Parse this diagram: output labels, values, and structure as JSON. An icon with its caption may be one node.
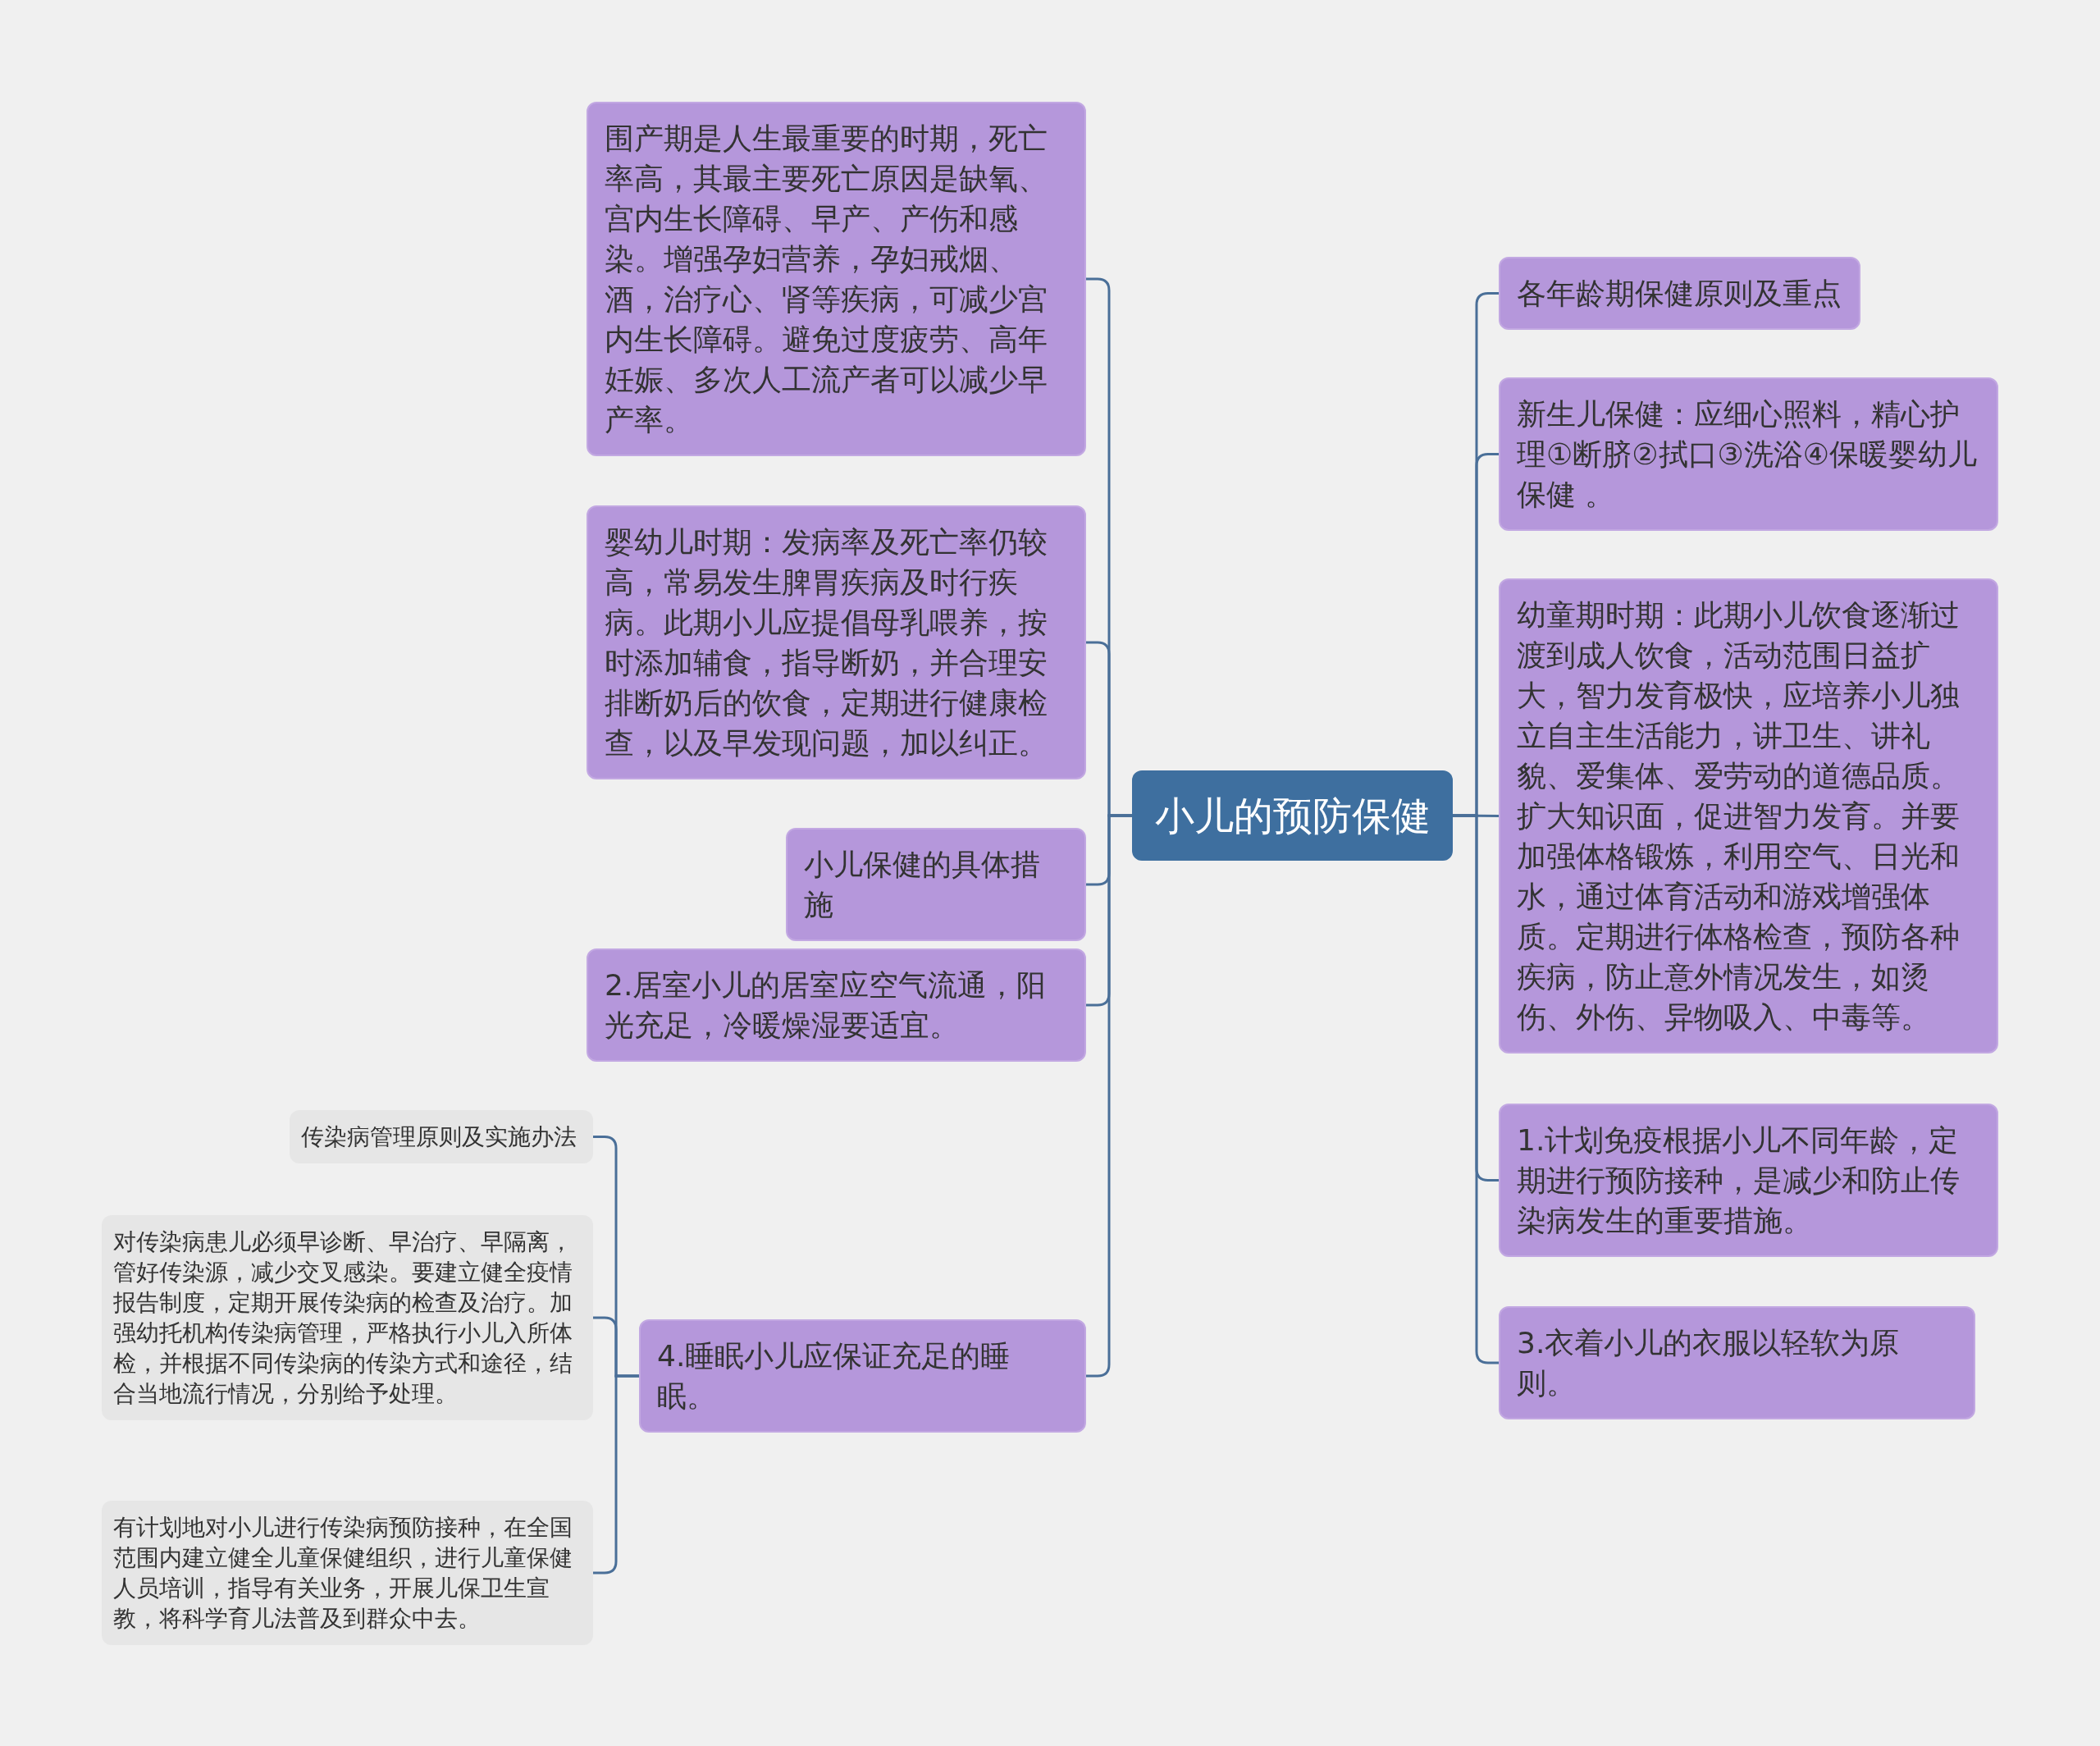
{
  "diagram": {
    "nodes": [
      {
        "text": [
          "小儿的预防保健"
        ]
      },
      {
        "text": [
          "围产期是人生最重要的时期，死亡率高，其最主要死亡原因是缺氧、宫内生长障碍、早产、产伤和感染。增强孕妇营养，孕妇戒烟、酒，治疗心、肾等疾病，可减少宫内生长障碍。避免过度疲劳、高年妊娠、多次人工流产者可以减少早产率。"
        ]
      },
      {
        "text": [
          "婴幼儿时期：发病率及死亡率仍较高，常易发生脾胃疾病及时行疾病。此期小儿应提倡母乳喂养，按时添加辅食，指导断奶，并合理安排断奶后的饮食，定期进行健康检查，以及早发现问题，加以纠正。"
        ]
      },
      {
        "text": [
          "小儿保健的具体措施"
        ]
      },
      {
        "text": [
          "2.居室小儿的居室应空气流通，阳光充足，冷暖燥湿要适宜。"
        ]
      },
      {
        "text": [
          "4.睡眠小儿应保证充足的睡眠。"
        ]
      },
      {
        "text": [
          "传染病管理原则及实施办法"
        ]
      },
      {
        "text": [
          "对传染病患儿必须早诊断、早治疗、早隔离，管好传染源，减少交叉感染。要建立健全疫情报告制度，定期开展传染病的检查及治疗。加强幼托机构传染病管理，严格执行小儿入所体检，并根据不同传染病的传染方式和途径，结合当地流行情况，分别给予处理。"
        ]
      },
      {
        "text": [
          "有计划地对小儿进行传染病预防接种，在全国范围内建立健全儿童保健组织，进行儿童保健人员培训，指导有关业务，开展儿保卫生宣教，将科学育儿法普及到群众中去。"
        ]
      },
      {
        "text": [
          "各年龄期保健原则及重点"
        ]
      },
      {
        "text": [
          "新生儿保健：应细心照料，精心护理①断脐②拭口③洗浴④保暖婴幼儿保健 。"
        ]
      },
      {
        "text": [
          "幼童期时期：此期小儿饮食逐渐过渡到成人饮食，活动范围日益扩大，智力发育极快，应培养小儿独立自主生活能力，讲卫生、讲礼貌、爱集体、爱劳动的道德品质。扩大知识面，促进智力发育。并要加强体格锻炼，利用空气、日光和水，通过体育活动和游戏增强体质。定期进行体格检查，预防各种疾病，防止意外情况发生，如烫伤、外伤、异物吸入、中毒等。"
        ]
      },
      {
        "text": [
          "1.计划免疫根据小儿不同年龄，定期进行预防接种，是减少和防止传染病发生的重要措施。"
        ]
      },
      {
        "text": [
          "3.衣着小儿的衣服以轻软为原则。"
        ]
      }
    ],
    "edges": [
      {
        "from": 0,
        "to": 1,
        "arrow": "none"
      },
      {
        "from": 0,
        "to": 2,
        "arrow": "none"
      },
      {
        "from": 0,
        "to": 3,
        "arrow": "none"
      },
      {
        "from": 0,
        "to": 4,
        "arrow": "none"
      },
      {
        "from": 0,
        "to": 5,
        "arrow": "none"
      },
      {
        "from": 5,
        "to": 6,
        "arrow": "none"
      },
      {
        "from": 5,
        "to": 7,
        "arrow": "none"
      },
      {
        "from": 5,
        "to": 8,
        "arrow": "none"
      },
      {
        "from": 0,
        "to": 9,
        "arrow": "none"
      },
      {
        "from": 0,
        "to": 10,
        "arrow": "none"
      },
      {
        "from": 0,
        "to": 11,
        "arrow": "none"
      },
      {
        "from": 0,
        "to": 12,
        "arrow": "none"
      },
      {
        "from": 0,
        "to": 13,
        "arrow": "none"
      }
    ]
  }
}
